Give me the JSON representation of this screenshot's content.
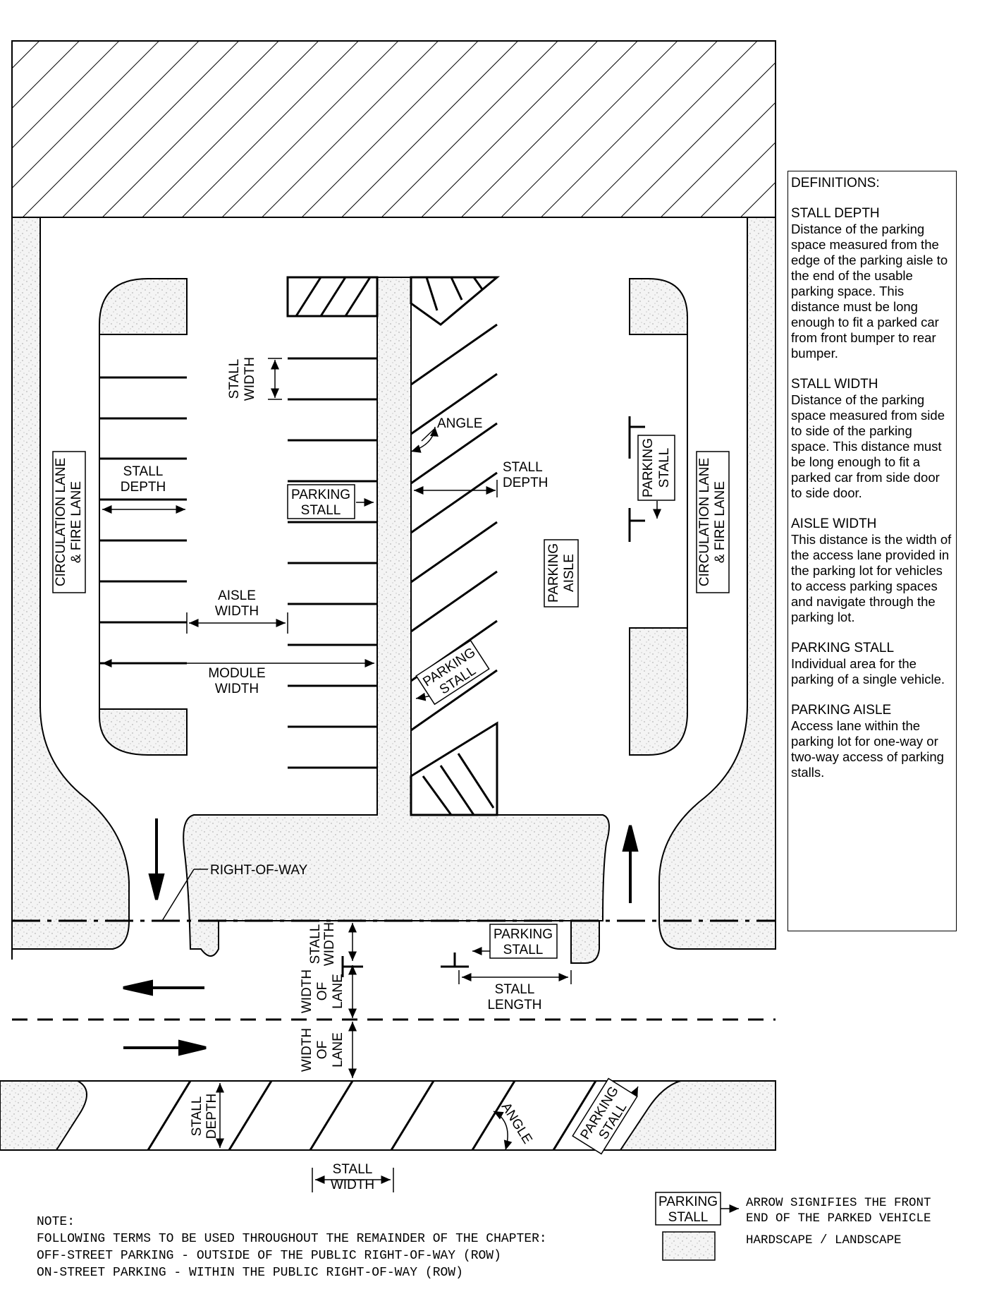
{
  "labels": {
    "circulation_lane_left": [
      "CIRCULATION LANE",
      "& FIRE LANE"
    ],
    "circulation_lane_right": [
      "CIRCULATION LANE",
      "& FIRE LANE"
    ],
    "stall_width_top": [
      "STALL",
      "WIDTH"
    ],
    "stall_depth_left": [
      "STALL",
      "DEPTH"
    ],
    "parking_stall_box": [
      "PARKING",
      "STALL"
    ],
    "angle_top": "ANGLE",
    "stall_depth_right": [
      "STALL",
      "DEPTH"
    ],
    "parking_stall_right": [
      "PARKING",
      "STALL"
    ],
    "parking_aisle": [
      "PARKING",
      "AISLE"
    ],
    "aisle_width": [
      "AISLE",
      "WIDTH"
    ],
    "module_width": [
      "MODULE",
      "WIDTH"
    ],
    "parking_stall_angled": [
      "PARKING",
      "STALL"
    ],
    "right_of_way": "RIGHT-OF-WAY",
    "stall_width_street": [
      "STALL",
      "WIDTH"
    ],
    "parking_stall_street": [
      "PARKING",
      "STALL"
    ],
    "stall_length": [
      "STALL",
      "LENGTH"
    ],
    "width_of_lane_1": [
      "WIDTH",
      "OF",
      "LANE"
    ],
    "width_of_lane_2": [
      "WIDTH",
      "OF",
      "LANE"
    ],
    "stall_depth_street": [
      "STALL",
      "DEPTH"
    ],
    "angle_street": "ANGLE",
    "parking_stall_street_angled": [
      "PARKING",
      "STALL"
    ],
    "stall_width_bottom": [
      "STALL",
      "WIDTH"
    ]
  },
  "definitions": {
    "heading": "DEFINITIONS:",
    "items": [
      {
        "term": "STALL DEPTH",
        "text": "Distance of the parking space measured from the edge of the parking aisle to the end of the usable parking space. This distance must be long enough to fit a parked car from front bumper to rear bumper."
      },
      {
        "term": "STALL WIDTH",
        "text": "Distance of the parking space measured from side to side of the parking space. This distance must be long enough to fit a parked car from side door to side door."
      },
      {
        "term": "AISLE WIDTH",
        "text": "This distance is the width of the access lane provided in the parking lot for vehicles to access parking spaces and navigate through the parking lot."
      },
      {
        "term": "PARKING STALL",
        "text": "Individual area for the parking of a single vehicle."
      },
      {
        "term": "PARKING AISLE",
        "text": "Access lane within the parking lot for one-way or two-way access of parking stalls."
      }
    ]
  },
  "legend": {
    "arrow_box": [
      "PARKING",
      "STALL"
    ],
    "arrow_text": [
      "ARROW SIGNIFIES THE FRONT",
      "END OF THE PARKED VEHICLE"
    ],
    "hardscape_text": "HARDSCAPE / LANDSCAPE"
  },
  "note": {
    "title": "NOTE:",
    "lines": [
      "FOLLOWING TERMS TO BE USED THROUGHOUT THE REMAINDER OF THE CHAPTER:",
      "OFF-STREET PARKING - OUTSIDE OF THE PUBLIC RIGHT-OF-WAY (ROW)",
      "ON-STREET PARKING - WITHIN THE PUBLIC RIGHT-OF-WAY (ROW)"
    ]
  }
}
